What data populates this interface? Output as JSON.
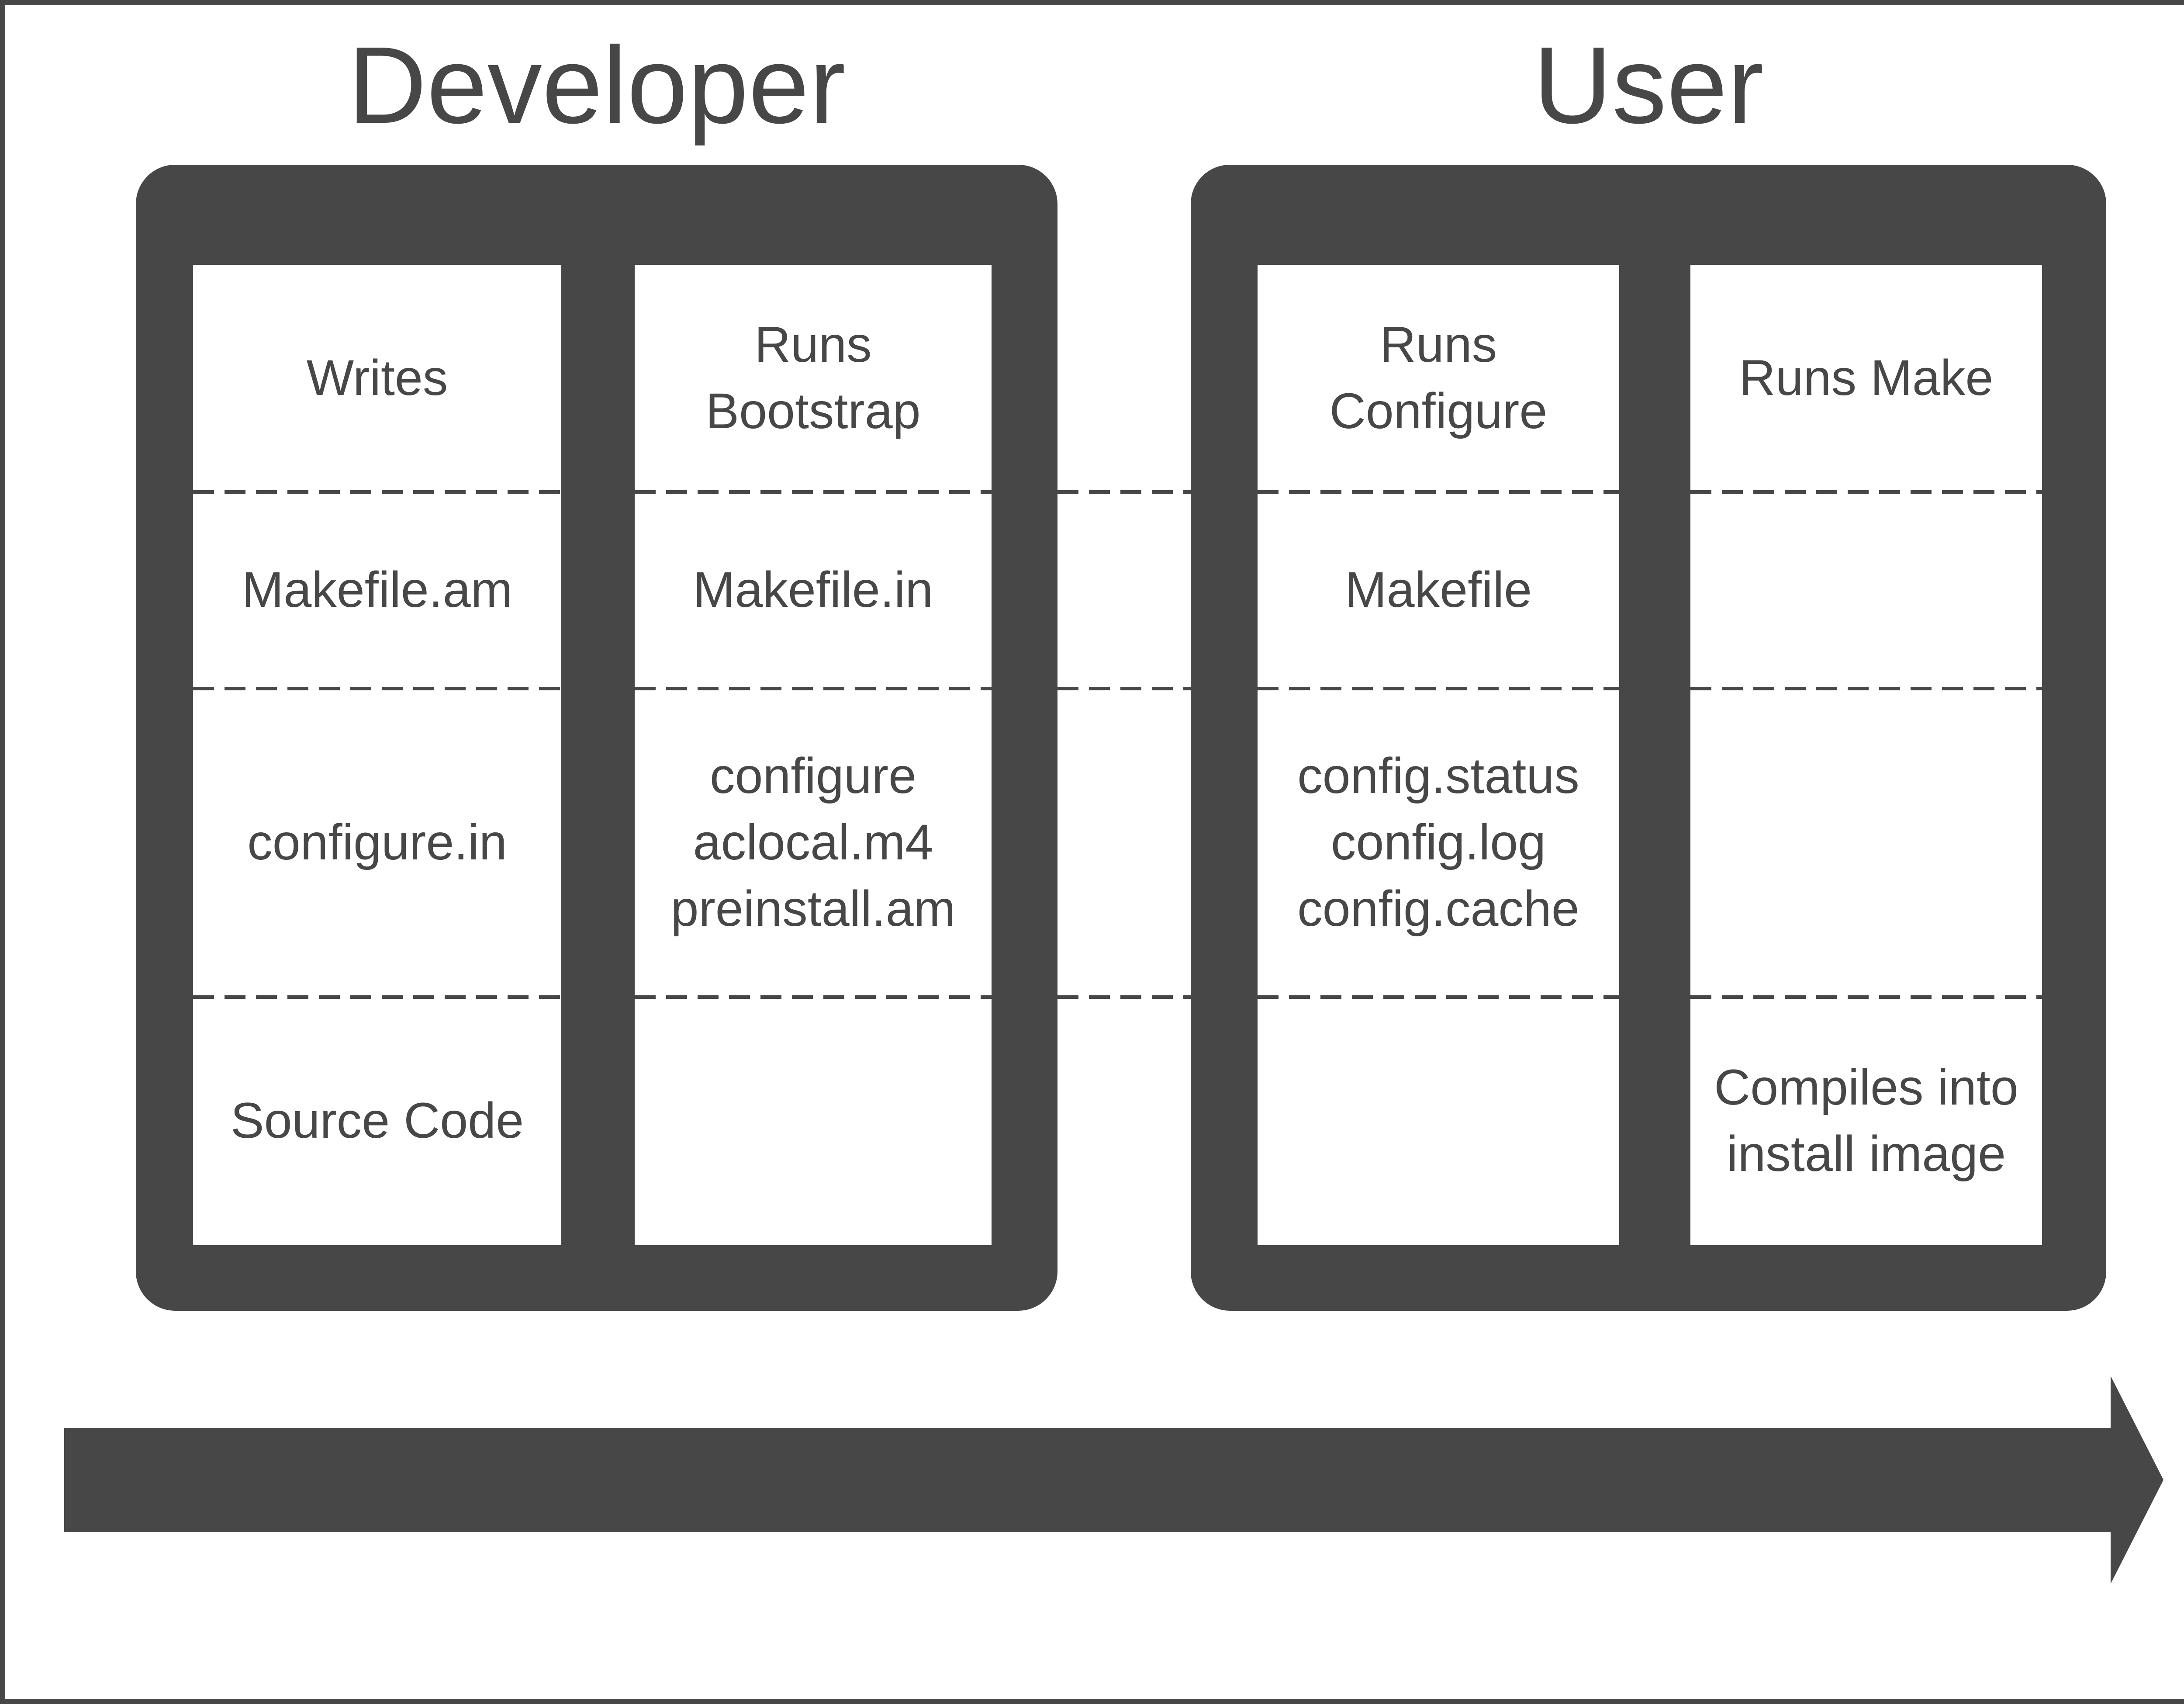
{
  "page": {
    "background": "#ffffff",
    "border_color": "#474747"
  },
  "colors": {
    "dark": "#474747",
    "text": "#474747",
    "cell_background": "#ffffff"
  },
  "icons": {
    "timeline_arrow": "right-arrow"
  },
  "sections": {
    "developer": {
      "title": "Developer",
      "columns": [
        {
          "rows": [
            "Writes",
            "Makefile.am",
            "configure.in",
            "Source Code"
          ]
        },
        {
          "rows": [
            "Runs\nBootstrap",
            "Makefile.in",
            "configure\naclocal.m4\npreinstall.am",
            ""
          ]
        }
      ]
    },
    "user": {
      "title": "User",
      "columns": [
        {
          "rows": [
            "Runs\nConfigure",
            "Makefile",
            "config.status\nconfig.log\nconfig.cache",
            ""
          ]
        },
        {
          "rows": [
            "Runs Make",
            "",
            "",
            "Compiles into\ninstall image"
          ]
        }
      ]
    }
  }
}
